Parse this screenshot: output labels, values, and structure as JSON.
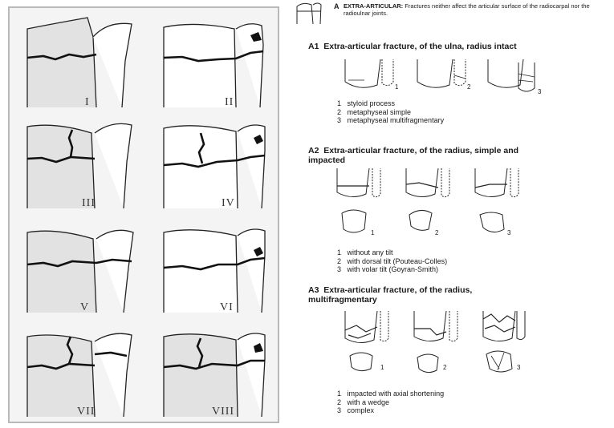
{
  "frykman": {
    "labels": [
      "I",
      "II",
      "III",
      "IV",
      "V",
      "VI",
      "VII",
      "VIII"
    ]
  },
  "ao": {
    "intro_letter": "A",
    "intro_title": "EXTRA-ARTICULAR:",
    "intro_text": "Fractures neither affect the articular surface of the radiocarpal nor the radioulnar joints.",
    "sections": [
      {
        "code": "A1",
        "title": "Extra-articular fracture, of the ulna, radius intact",
        "items": [
          "styloid process",
          "metaphyseal simple",
          "metaphyseal multifragmentary"
        ],
        "fig_numbers": [
          "1",
          "2",
          "3"
        ]
      },
      {
        "code": "A2",
        "title": "Extra-articular fracture, of the radius, simple and impacted",
        "items": [
          "without any tilt",
          "with dorsal tilt (Pouteau-Colles)",
          "with volar tilt (Goyran-Smith)"
        ],
        "fig_numbers": [
          "1",
          "2",
          "3"
        ]
      },
      {
        "code": "A3",
        "title": "Extra-articular fracture, of the radius, multifragmentary",
        "items": [
          "impacted with axial shortening",
          "with a wedge",
          "complex"
        ],
        "fig_numbers": [
          "1",
          "2",
          "3"
        ]
      }
    ]
  }
}
